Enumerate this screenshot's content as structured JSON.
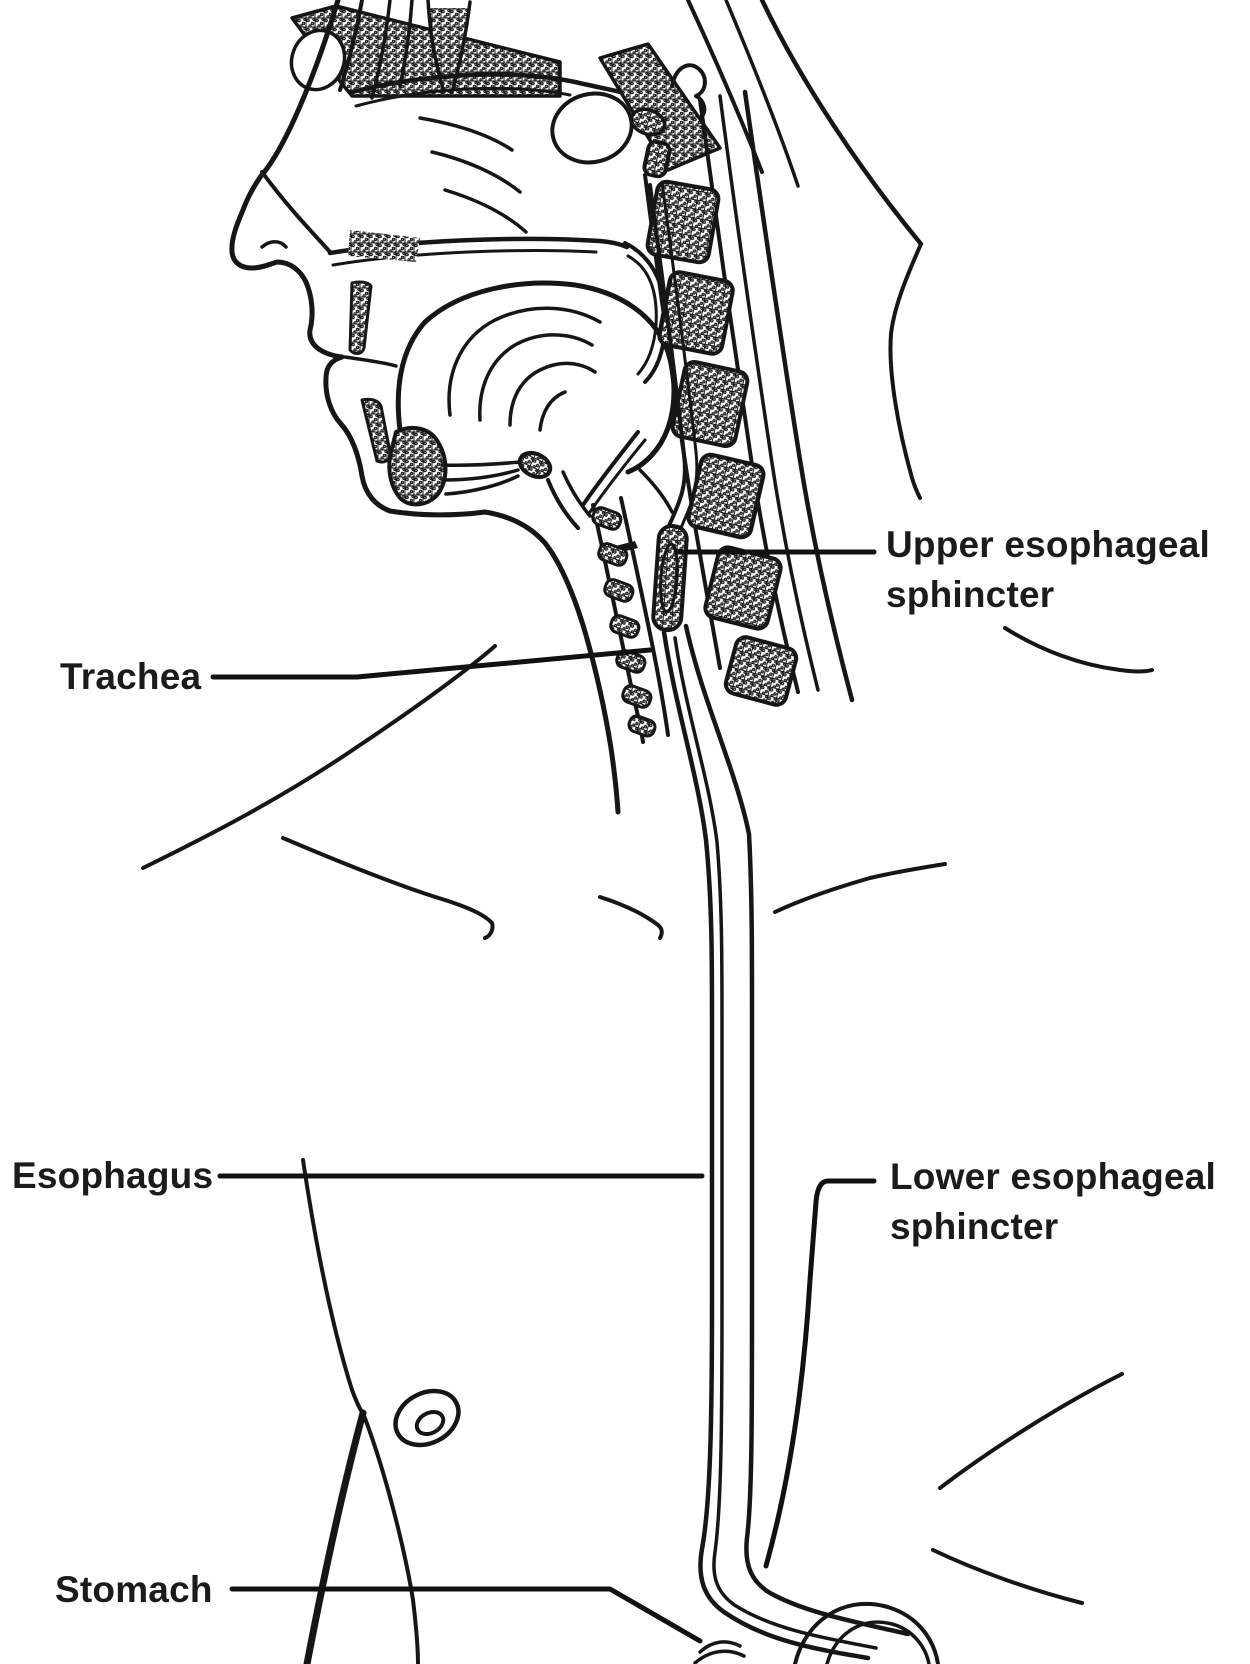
{
  "figure": {
    "type": "anatomical-line-diagram",
    "description": "Sagittal view of head, neck and upper torso showing the swallowing pathway",
    "background_color": "#ffffff",
    "line_color": "#161616",
    "stipple_color": "#9a9a9a",
    "labels": {
      "upper_esophageal_sphincter": {
        "line1": "Upper esophageal",
        "line2": "sphincter"
      },
      "trachea": {
        "line1": "Trachea"
      },
      "esophagus": {
        "line1": "Esophagus"
      },
      "lower_esophageal_sphincter": {
        "line1": "Lower esophageal",
        "line2": "sphincter"
      },
      "stomach": {
        "line1": "Stomach"
      }
    }
  }
}
